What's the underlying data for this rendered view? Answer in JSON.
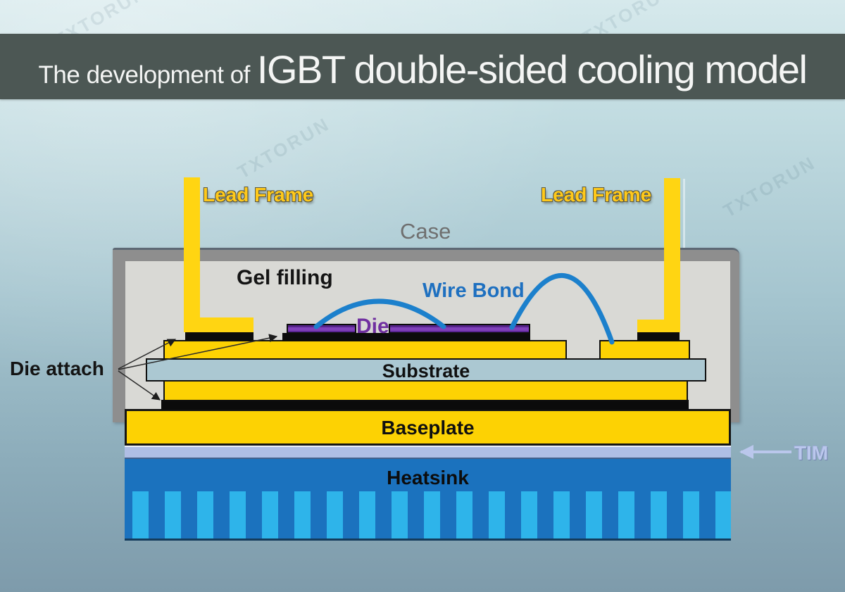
{
  "title": {
    "prefix": "The development of",
    "main": "IGBT double-sided cooling model"
  },
  "watermark": "TXTORUN",
  "labels": {
    "lead_frame_left": "Lead Frame",
    "lead_frame_right": "Lead Frame",
    "case": "Case",
    "gel_filling": "Gel filling",
    "wire_bond": "Wire Bond",
    "die": "Die",
    "die_attach": "Die attach",
    "substrate": "Substrate",
    "baseplate": "Baseplate",
    "heatsink": "Heatsink",
    "tim": "TIM"
  },
  "colors": {
    "title_bar": "#4c5754",
    "title_text": "#f4f5f4",
    "background_top": "#d6e9ec",
    "background_bottom": "#7e9bab",
    "lead_frame_gold": "#ffd512",
    "copper_gold": "#fdd203",
    "case_gray": "#8e8e8e",
    "gel_gray": "#d9d9d5",
    "substrate_ceramic": "#abc8d2",
    "die_purple": "#5c2795",
    "die_label_purple": "#7030a0",
    "solder_black": "#0b0b0b",
    "tim_lavender": "#afbee5",
    "heatsink_blue": "#1b72be",
    "fin_cyan": "#2eb4ea",
    "wire_bond_blue": "#1c80cc",
    "wire_bond_label": "#1e70c0",
    "lead_frame_label": "#ffc91a",
    "case_label_gray": "#6f6f6f",
    "tim_label": "#bac7ec"
  }
}
